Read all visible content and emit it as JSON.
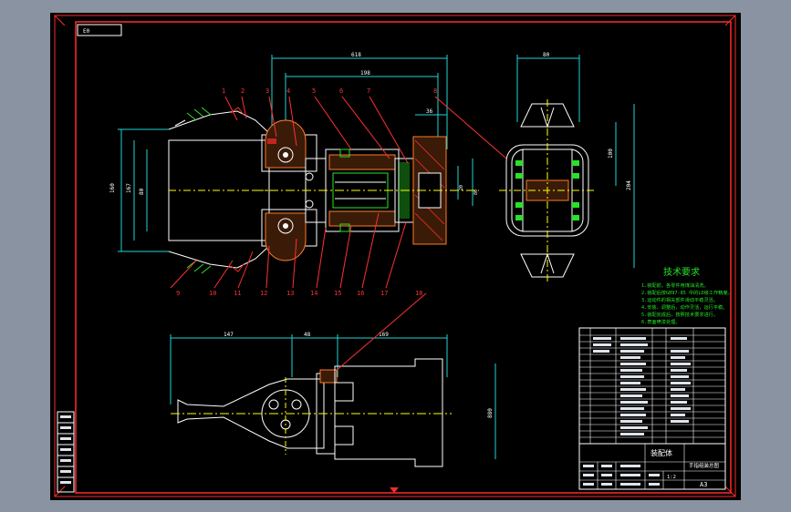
{
  "sheet": {
    "stamp": "E0",
    "size_code": "A3",
    "colors": {
      "frame": "#ff2a2a",
      "outline": "#ffffff",
      "dimension": "#22d3d3",
      "centerline": "#ffff00",
      "leader": "#ff3030",
      "section": "#ff7a2a",
      "green": "#27e327",
      "pale": "#dfe3ea"
    }
  },
  "front_view": {
    "dims": {
      "overall_width": "618",
      "inner_width": "198",
      "height": "160",
      "height_inner": "167",
      "cyl_dia": "80",
      "plate": "36",
      "rod_a": "20",
      "rod_b": "80"
    },
    "part_numbers": [
      "1",
      "2",
      "3",
      "4",
      "5",
      "6",
      "7",
      "8",
      "9",
      "10",
      "11",
      "12",
      "13",
      "14",
      "15",
      "16",
      "17"
    ]
  },
  "side_view": {
    "dims": {
      "top": "80",
      "height": "100",
      "total": "204"
    }
  },
  "bottom_view": {
    "dims": {
      "a": "147",
      "b": "48",
      "c": "169",
      "height": "880"
    },
    "part_number": "18"
  },
  "notes": {
    "title": "技术要求",
    "items": [
      "1.装配前，各零件用煤油清洗。",
      "2.装配后按GB97-85 中的LD级工作精度。",
      "3.运动件的相关部件滑动平稳灵活。",
      "4.安装、调整后，动作灵活，运行平稳。",
      "5.装配完成后，按照技术要求进行。",
      "6.表面喷漆处理。"
    ]
  },
  "title_block": {
    "part_name": "装配体",
    "drawing_name": "手指组装总图",
    "scale": "1:2",
    "sheet_code": "A3"
  }
}
